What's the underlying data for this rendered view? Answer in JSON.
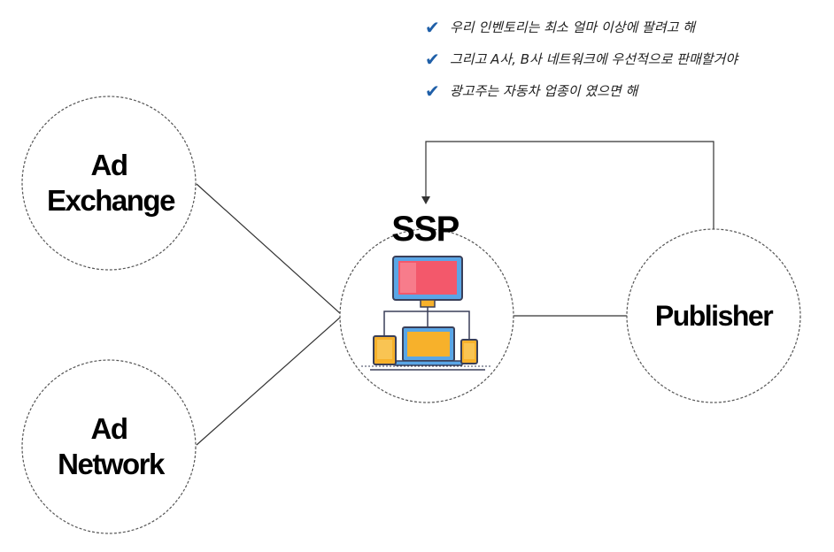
{
  "notes": [
    "우리 인벤토리는 최소 얼마 이상에 팔려고 해",
    "그리고 A사, B사 네트워크에 우선적으로 판매할거야",
    "광고주는 자동차 업종이 였으면 해"
  ],
  "nodes": {
    "ad_exchange": {
      "line1": "Ad",
      "line2": "Exchange"
    },
    "ad_network": {
      "line1": "Ad",
      "line2": "Network"
    },
    "ssp": {
      "label": "SSP"
    },
    "publisher": {
      "label": "Publisher"
    }
  },
  "colors": {
    "check": "#1f5fa8",
    "circle_stroke": "#555555",
    "line": "#333333",
    "monitor_screen": "#f3586b",
    "monitor_frame": "#5aa6e6",
    "device_fill": "#f7b12b",
    "device_stroke": "#3a3f58",
    "laptop_screen": "#f7b12b"
  }
}
